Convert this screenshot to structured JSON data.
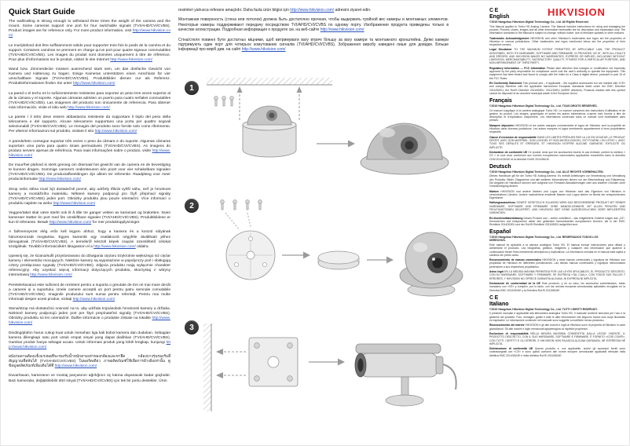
{
  "page": {
    "title": "Quick Start Guide",
    "brand": "HIKVISION",
    "brand_color": "#e31e24",
    "link_color": "#2a52be",
    "icons": {
      "ce_mark": "CE"
    }
  },
  "left_column": {
    "paragraphs": [
      {
        "text": "The wall/ceiling is strong enough to withstand three times the weight of the camera and the mount. Some cameras support one port for four switchable signals (TVI/AHD/CVI/CVBS). Product images are for reference only. For more product information, visit",
        "link": "http://www.hikvision.com/",
        "after": ""
      },
      {
        "text": "Le mur/plafond doit être suffisamment solide pour supporter trois fois le poids de la caméra et du support. Certaines caméras ne prennent en charge qu’un port pour quatre signaux commutables (TVI/AHD/CVI/CVBS). Les images du produit sont données uniquement à titre de référence. Pour plus d’informations sur le produit, visitez le site Internet",
        "link": "http://www.hikvision.com/",
        "after": ""
      },
      {
        "text": "Wand bzw. Zimmerdecke müssen ausreichend stark sein, um das dreifache Gewicht von Kamera und Halterung zu tragen. Einige Kameras unterstützen einen Anschluss für vier umschaltbare Signale (TVI/AHD/CVI/CVBS). Produktbilder dienen nur als Referenz. Produktinformationen finden Sie unter",
        "link": "http://www.hikvision.com/",
        "after": ""
      },
      {
        "text": "La pared o el techo es lo suficientemente resistente para soportar un peso tres veces superior al de la cámara y el soporte. Algunas cámaras admiten un puerto para cuatro señales conmutables (TVI/AHD/CVI/CVBS). Las imágenes del producto son únicamente de referencia. Para obtener más información, visite el sitio web",
        "link": "http://www.hikvision.com/",
        "after": ""
      },
      {
        "text": "La parete / il tetto deve essere abbastanza resistente da sopportare il triplo del peso della telecamera e del supporto. Alcune telecamere supportano una porta per quattro segnali selezionabili (TVI/AHD/CVI/CVBS). Le immagini del prodotto sono fornite solo come riferimento. Per ulteriori informazioni sul prodotto, visitare il sito",
        "link": "http://www.hikvision.com/",
        "after": ""
      },
      {
        "text": "A parede/teto consegue suportar três vezes o peso da câmara e do suporte. Algumas câmaras suportam uma porta para quatro sinais permutáveis (TVI/AHD/CVI/CVBS). As imagens do produto servem apenas de referência. Para mais informações sobre o produto, visite",
        "link": "http://www.hikvision.com/",
        "after": ""
      },
      {
        "text": "De muur/het plafond is sterk genoeg om driemaal het gewicht van de camera en de bevestiging te kunnen dragen. Sommige camera’s ondersteunen één poort voor vier schakelbare signalen (TVI/AHD/CVI/CVBS). De productafbeeldingen zijn alleen ter referentie. Raadpleeg voor meer productinformatie",
        "link": "http://www.hikvision.com/",
        "after": ""
      },
      {
        "text": "Strop nebo stěna musí být dostatečně pevné, aby udržely třikrát vyšší váhu, než je hmotnost kamery a montážního materiálu. Některé kamery podporují pro čtyři přepínací signály (TVI/AHD/CVI/CVBS) jeden port. Obrázky produktu jsou pouze orientační. Více informací o produktu najdete na webu",
        "link": "http://www.hikvision.com/",
        "after": ""
      },
      {
        "text": "Veggen/taket skal være sterkt nok til å tåle tre ganger vekten av kameraet og braketten. Noen kameraer støtter én port med fire omskiftbare signaler (TVI/AHD/CVI/CVBS). Produktbildene er kun til referanse. Besøk",
        "link": "http://www.hikvision.com/",
        "after": "for mer produktopplysninger."
      },
      {
        "text": "A fal/mennyezet elég erős kell legyen ahhoz, hogy a kamera és a konzol súlyának háromszorosát megtartsa. Egyes kamerák egy csatlakozót négyféle átváltható jelhez támogatnak (TVI/AHD/CVI/CVBS). A termékről készült képek csupán szemléltető célokat szolgálnak. További információkért látogasson el a",
        "link": "http://www.hikvision.com/",
        "after": "oldalra."
      },
      {
        "text": "Upewnij się, że ściana/sufit przystosowano do dźwigania ciężaru trzykrotnie większego niż ciężar kamery i elementów mocujących. Niektóre kamery są wyposażone w pojedynczy port i obsługują cztery przełączane sygnały (TVI/AHD/CVI/CVBS). Zdjęcia produktu mają wyłącznie charakter referencyjny. Aby uzyskać więcej informacji dotyczących produktu, skorzystaj z witryny internetowej",
        "link": "http://www.hikvision.com/",
        "after": ""
      },
      {
        "text": "Peretele/tavanul este suficient de rezistent pentru a suporta o greutate de trei ori mai mare decât a camerei și a suportului. Unele camere acceptă un port pentru patru semnale comutabile (TVI/AHD/CVI/CVBS). Imaginile produsului sunt numai pentru referință. Pentru mai multe informații despre acest produs, vizitați",
        "link": "http://www.hikvision.com/",
        "after": ""
      },
      {
        "text": "Stena/strop má dostatočnú nosnosť na to, aby udržala trojnásobok hmotnosti kamery a držiaka. Niektoré kamery podporujú jeden port pre štyri prepínateľné signály (TVI/AHD/CVI/CVBS). Obrázky produktu sú len orientačné. Ďalšie informácie o produkte získate na lokalite",
        "link": "http://www.hikvision.com/",
        "after": ""
      },
      {
        "text": "Dinding/plafon harus cukup kuat untuk menahan tiga kali bobot kamera dan dudukan. Sebagian kamera dilengkapi satu port untuk empat sinyal yang dapat dialihkan (TVI/AHD/CVI/CVBS). Gambar produk hanya sebagai acuan. Untuk informasi produk yang lebih lengkap, kunjungi",
        "link": "http://www.hikvision.com/",
        "after": ""
      },
      {
        "text": "ผนัง/เพดานต้องแข็งแรงพอที่จะรองรับน้ำหนักสามเท่าของกล้องและขายึด กล้องบางรุ่นรองรับสี่สัญญาณที่สลับได้ (TVI/AHD/CVI/CVBS) ในพอร์ตเดียว ภาพผลิตภัณฑ์ใช้เพื่อการอ้างอิงเท่านั้น ดูข้อมูลผลิตภัณฑ์เพิ่มเติมได้ที่",
        "link": "http://www.hikvision.com/",
        "after": ""
      },
      {
        "text": "Duvar/tavan, kameranın ve montaj parçasının ağırlığının üç katına dayanacak kadar güçlüdür. Bazı kameralar, değiştirilebilir dört sinyal (TVI/AHD/CVI/CVBS) için tek bir portu destekler. Ürün",
        "link": "",
        "after": ""
      }
    ]
  },
  "middle_column": {
    "paragraphs": [
      {
        "text": "resimleri yalnızca referans amaçlıdır. Daha fazla ürün bilgisi için",
        "link": "http://www.hikvision.com/",
        "after": "adresini ziyaret edin."
      },
      {
        "text": "Монтажная поверхность (стена или потолок) должна быть достаточно прочная, чтобы выдержать тройной вес камеры и монтажных элементов. Некоторые камеры поддерживают передачу посредством TVI/AHD/CVI/CVBS по одному порту. Изображения продукта приведены только в качестве иллюстрации. Подробная информация о продукте см. на веб-сайте",
        "link": "http://www.hikvision.com/",
        "after": ""
      },
      {
        "text": "Стіна/стеля повинні бути достатньо міцними, щоб витримувати вагу втричі більшу за вагу камери та монтажного кронштейна. Деякі камери підтримують один порт для чотирьох комутованих сигналів (TVI/AHD/CVI/CVBS). Зображення виробу наведені лише для довідки. Більше інформації про виріб див. на сайті",
        "link": "http://www.hikvision.com/",
        "after": ""
      }
    ],
    "steps": [
      {
        "number": "1",
        "diagram": "dome-camera-ceiling-installation"
      },
      {
        "number": "2",
        "diagram": "turret-camera-installation"
      },
      {
        "number": "3",
        "diagram": "bullet-camera-wall-installation"
      }
    ]
  },
  "right_column": {
    "sections": [
      {
        "heading": "English",
        "note": "©2019 Hangzhou Hikvision Digital Technology Co., Ltd. All Rights Reserved.",
        "paragraphs": [
          {
            "head": "",
            "text": "This Manual applies to Turbo HD Analog Camera. The Manual includes instructions for using and managing the product. Pictures, charts, images and all other information hereinafter are for description and explanation only. The information contained in the Manual is subject to change, without notice, due to firmware updates or other reasons."
          },
          {
            "head": "Trademarks Acknowledgement",
            "text": "HIKVISION and other Hikvision’s trademarks and logos are the properties of Hikvision in various jurisdictions. Other trademarks and logos mentioned below are the properties of their respective owners."
          },
          {
            "head": "Legal Disclaimer",
            "text": "TO THE MAXIMUM EXTENT PERMITTED BY APPLICABLE LAW, THE PRODUCT DESCRIBED, WITH ITS HARDWARE, SOFTWARE AND FIRMWARE, IS PROVIDED ‘AS IS’, WITH ALL FAULTS AND ERRORS, AND HIKVISION MAKES NO WARRANTIES, EXPRESS OR IMPLIED, INCLUDING WITHOUT LIMITATION, MERCHANTABILITY, SATISFACTORY QUALITY, FITNESS FOR A PARTICULAR PURPOSE, AND NON-INFRINGEMENT OF THIRD PARTY."
          },
          {
            "head": "Regulatory Information — FCC Information",
            "text": "Please take attention that changes or modification not expressly approved by the party responsible for compliance could void the user’s authority to operate the equipment. This equipment has been tested and found to comply with the limits for a Class A digital device, pursuant to part 15 of the FCC Rules."
          },
          {
            "head": "EU Conformity Statement",
            "text": "This product and – if applicable – the supplied accessories too are marked with «CE» and comply therefore with the applicable harmonized European standards listed under the EMC Directive 2014/30/EU, the RoHS Directive 2011/65/EU. 2012/19/EU (WEEE directive): Products marked with this symbol cannot be disposed of as unsorted municipal waste in the European Union."
          }
        ]
      },
      {
        "heading": "Français",
        "note": "©2019 Hangzhou Hikvision Digital Technology Co., Ltd. TOUS DROITS RÉSERVÉS.",
        "paragraphs": [
          {
            "head": "",
            "text": "Ce manuel s’applique à la caméra analogique Turbo HD. Le manuel comprend des instructions d’utilisation et de gestion du produit. Les images, graphiques et toutes les autres informations ci-après sont fournis à titre de description et d’explication uniquement. Les informations contenues dans ce manuel sont modifiables sans préavis."
          },
          {
            "head": "Marques déposées",
            "text": "HIKVISION et les autres marques commerciales et logos de Hikvision sont la propriété de Hikvision dans diverses juridictions. Les autres marques et logos mentionnés appartiennent à leurs propriétaires respectifs."
          },
          {
            "head": "Clause d’exclusion de responsabilité",
            "text": "DANS LES LIMITES PRÉVUES PAR LA LOI EN VIGUEUR, LE PRODUIT DÉCRIT, AVEC SON MATÉRIEL, SON LOGICIEL ET SON MICROLOGICIEL, EST FOURNI « EN L’ÉTAT », AVEC TOUS SES DÉFAUTS ET ERREURS, ET HIKVISION N’OFFRE AUCUNE GARANTIE, EXPLICITE OU IMPLICITE."
          },
          {
            "head": "Déclaration de conformité UE",
            "text": "Ce produit, ainsi que les accessoires fournis le cas échéant, portent la mention « CE » et sont donc conformes aux normes européennes harmonisées applicables énumérées dans la directive CEM 2014/30/UE et la directive RoHS 2011/65/UE."
          }
        ]
      },
      {
        "heading": "Deutsch",
        "note": "©2019 Hangzhou Hikvision Digital Technology Co., Ltd. ALLE RECHTE VORBEHALTEN.",
        "paragraphs": [
          {
            "head": "",
            "text": "Dieses Handbuch gilt für die Turbo HD Analog-Kamera. Es enthält Anleitungen zur Verwendung und Verwaltung des Produkts. Bilder, Diagramme und alle weiteren Informationen dienen nur der Beschreibung und Erläuterung. Die Angaben im Handbuch können sich aufgrund von Firmware-Aktualisierungen oder aus anderen Gründen ohne Vorankündigung ändern."
          },
          {
            "head": "Marken",
            "text": "HIKVISION und andere Marken und Logos von Hikvision sind das Eigentum von Hikvision in verschiedenen Ländern. Andere nachstehend erwähnte Marken und Logos stehen im Besitz der entsprechenden Eigentümer."
          },
          {
            "head": "Haftungsausschluss",
            "text": "SOWEIT GESETZLICH ZULÄSSIG WIRD DAS BESCHRIEBENE PRODUKT MIT SEINER HARDWARE, SOFTWARE UND FIRMWARE OHNE MÄNGELGEWÄHR, MIT ALLEN FEHLERN UND FEHLFUNKTIONEN GELIEFERT, UND HIKVISION GIBT KEINE AUSDRÜCKLICHEN ODER IMPLIZIERTEN GARANTIEN."
          },
          {
            "head": "EU-Konformitätserklärung",
            "text": "Dieses Produkt und – sofern zutreffend – das mitgelieferte Zubehör tragen das „CE“-Kennzeichen und entsprechen daher den geltenden harmonisierten europäischen Normen, die in der EMV-Richtlinie 2014/30/EU und der RoHS-Richtlinie 2011/65/EU aufgeführt sind."
          }
        ]
      },
      {
        "heading": "Español",
        "note": "©2019 Hangzhou Hikvision Digital Technology Co., Ltd. RESERVADOS TODOS LOS DERECHOS.",
        "paragraphs": [
          {
            "head": "",
            "text": "Este manual es aplicable a la cámara analógica Turbo HD. El manual incluye instrucciones para utilizar y administrar el producto. Las fotografías, gráficos, imágenes y cualquier otra información que aparece a continuación tienen fines meramente descriptivos y explicativos. La información incluida en el manual está sujeta a cambios sin previo aviso."
          },
          {
            "head": "Reconocimiento de marcas comerciales",
            "text": "HIKVISION y otras marcas comerciales y logotipos de Hikvision son propiedad de Hikvision en diferentes jurisdicciones. Las demás marcas comerciales y logotipos mencionados pertenecen a sus respectivos propietarios."
          },
          {
            "head": "Aviso legal",
            "text": "EN LA MEDIDA MÁXIMA PERMITIDA POR LAS LEYES APLICABLES, EL PRODUCTO DESCRITO, CON SU HARDWARE, SOFTWARE Y FIRMWARE, SE ENTREGA «TAL CUAL», CON TODOS SUS FALLOS Y ERRORES, Y HIKVISION NO OFRECE GARANTÍA ALGUNA, NI EXPRESA NI IMPLÍCITA."
          },
          {
            "head": "Declaración de conformidad de la UE",
            "text": "Este producto, y en su caso, los accesorios suministrados, están marcados con «CE» y cumplen, por lo tanto, con las normas europeas armonizadas aplicables recogidas en la Directiva EMC 2014/30/UE y la Directiva RoHS 2011/65/UE."
          }
        ]
      },
      {
        "heading": "Italiano",
        "note": "©2019 Hangzhou Hikvision Digital Technology Co., Ltd. TUTTI I DIRITTI RISERVATI.",
        "paragraphs": [
          {
            "head": "",
            "text": "Il presente manuale è applicabile alla telecamera analogica Turbo HD. Il manuale contiene istruzioni per l’uso e la gestione del prodotto. Foto, immagini, grafici e tutte le altre informazioni che seguono hanno solo scopi illustrativi ed esplicativi. Le informazioni contenute nel manuale sono soggette a modifiche senza preavviso."
          },
          {
            "head": "Riconoscimento dei marchi",
            "text": "HIKVISION e gli altri marchi e loghi di Hikvision sono di proprietà di Hikvision in varie giurisdizioni. Gli altri marchi e loghi menzionati appartengono ai rispettivi proprietari."
          },
          {
            "head": "Esclusione di responsabilità",
            "text": "NELLA MISURA MASSIMA CONSENTITA DALLA LEGGE VIGENTE, IL PRODOTTO DESCRITTO, CON IL SUO HARDWARE, SOFTWARE E FIRMWARE, È FORNITO «COSÌ COM’È», CON TUTTI I DIFETTI E GLI ERRORI, E HIKVISION NON RILASCIA ALCUNA GARANZIA, NÉ ESPRESSA NÉ IMPLICITA."
          },
          {
            "head": "Dichiarazione di conformità UE",
            "text": "Questo prodotto e, ove applicabile, anche gli accessori forniti sono contrassegnati con «CE» e sono quindi conformi alle norme europee armonizzate applicabili elencate nella direttiva EMC 2014/30/UE e nella direttiva RoHS 2011/65/UE."
          }
        ]
      }
    ]
  }
}
